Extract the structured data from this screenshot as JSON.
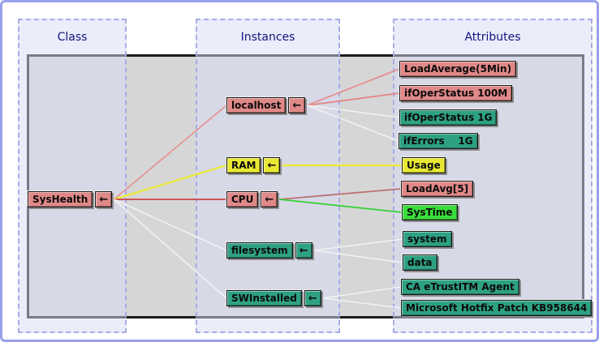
{
  "columns": [
    {
      "id": "class",
      "label": "Class"
    },
    {
      "id": "instances",
      "label": "Instances"
    },
    {
      "id": "attributes",
      "label": "Attributes"
    }
  ],
  "icons": {
    "left_arrow": "←"
  },
  "colors": {
    "pink": "#e08888",
    "yellow": "#e8e833",
    "teal": "#2ea183",
    "green": "#3bdc3b",
    "panel_background": "#d6d6d6",
    "column_border": "#a6ace6",
    "header_text": "#14147c",
    "page_border": "#9aa1ea"
  },
  "nodes": {
    "root": {
      "id": "syshealth",
      "label": "SysHealth",
      "color": "pink"
    },
    "instances": [
      {
        "id": "localhost",
        "label": "localhost",
        "color": "pink"
      },
      {
        "id": "ram",
        "label": "RAM",
        "color": "yellow"
      },
      {
        "id": "cpu",
        "label": "CPU",
        "color": "pink"
      },
      {
        "id": "filesystem",
        "label": "filesystem",
        "color": "teal"
      },
      {
        "id": "swinstalled",
        "label": "SWInstalled",
        "color": "teal"
      }
    ],
    "attributes": [
      {
        "id": "loadaverage5min",
        "label": "LoadAverage(5Min)",
        "color": "pink"
      },
      {
        "id": "ifoperstatus100m",
        "label": "ifOperStatus 100M",
        "color": "pink"
      },
      {
        "id": "ifoperstatus1g",
        "label": "ifOperStatus 1G",
        "color": "teal"
      },
      {
        "id": "iferrors1g",
        "label": "ifErrors    1G",
        "color": "teal"
      },
      {
        "id": "usage",
        "label": "Usage",
        "color": "yellow"
      },
      {
        "id": "loadavg5",
        "label": "LoadAvg[5]",
        "color": "pink"
      },
      {
        "id": "systime",
        "label": "SysTime",
        "color": "green"
      },
      {
        "id": "system",
        "label": "system",
        "color": "teal"
      },
      {
        "id": "data",
        "label": "data",
        "color": "teal"
      },
      {
        "id": "ca_etrustitm_agent",
        "label": "CA eTrustITM Agent",
        "color": "teal"
      },
      {
        "id": "microsoft_hotfix",
        "label": "Microsoft Hotfix Patch KB958644",
        "color": "teal"
      }
    ]
  },
  "edges": [
    {
      "from": "syshealth",
      "to": "localhost",
      "color": "#e59090",
      "width": 1.6
    },
    {
      "from": "syshealth",
      "to": "ram",
      "color": "#e9e940",
      "width": 2.4
    },
    {
      "from": "syshealth",
      "to": "cpu",
      "color": "#cc4444",
      "width": 1.8
    },
    {
      "from": "syshealth",
      "to": "filesystem",
      "color": "#f2f2f2",
      "width": 1.6
    },
    {
      "from": "syshealth",
      "to": "swinstalled",
      "color": "#f2f2f2",
      "width": 1.6
    },
    {
      "from": "localhost",
      "to": "loadaverage5min",
      "color": "#e59090",
      "width": 1.8
    },
    {
      "from": "localhost",
      "to": "ifoperstatus100m",
      "color": "#e58585",
      "width": 1.8
    },
    {
      "from": "localhost",
      "to": "ifoperstatus1g",
      "color": "#f2f2f2",
      "width": 1.6
    },
    {
      "from": "localhost",
      "to": "iferrors1g",
      "color": "#f2f2f2",
      "width": 1.6
    },
    {
      "from": "ram",
      "to": "usage",
      "color": "#e9e940",
      "width": 2.4
    },
    {
      "from": "cpu",
      "to": "loadavg5",
      "color": "#bb7272",
      "width": 1.8
    },
    {
      "from": "cpu",
      "to": "systime",
      "color": "#35d035",
      "width": 1.8
    },
    {
      "from": "filesystem",
      "to": "system",
      "color": "#f2f2f2",
      "width": 1.6
    },
    {
      "from": "filesystem",
      "to": "data",
      "color": "#f2f2f2",
      "width": 1.6
    },
    {
      "from": "swinstalled",
      "to": "ca_etrustitm_agent",
      "color": "#f2f2f2",
      "width": 1.6
    },
    {
      "from": "swinstalled",
      "to": "microsoft_hotfix",
      "color": "#f2f2f2",
      "width": 1.6
    }
  ]
}
